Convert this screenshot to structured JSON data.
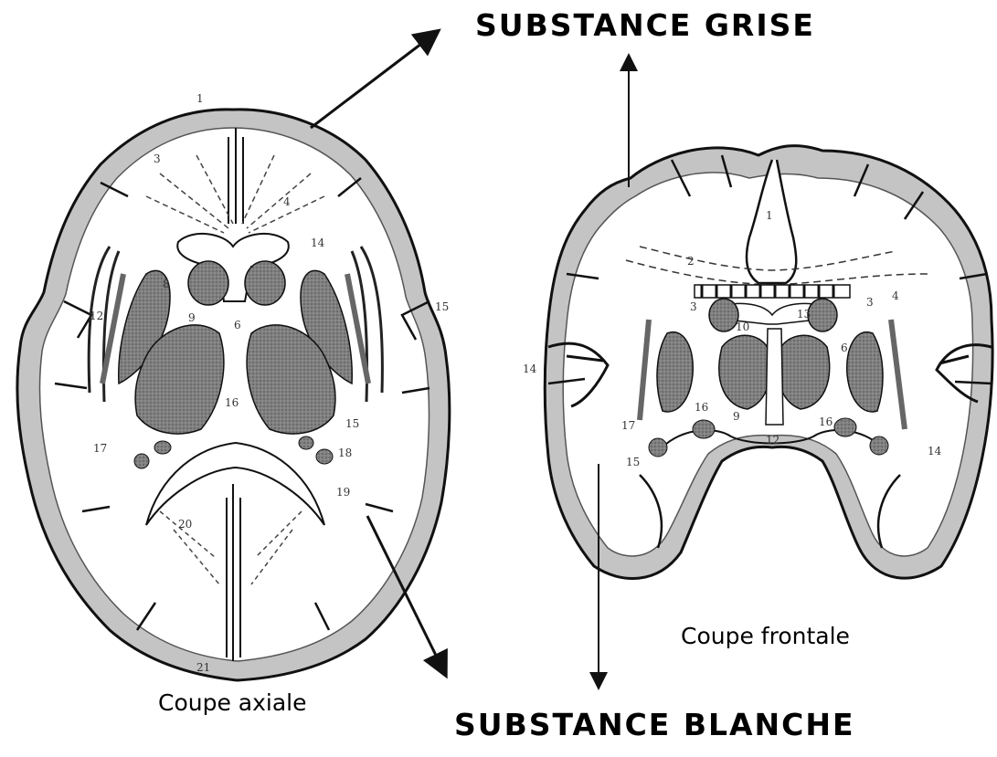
{
  "titles": {
    "grey_matter": "SUBSTANCE GRISE",
    "white_matter": "SUBSTANCE BLANCHE"
  },
  "captions": {
    "axial": "Coupe axiale",
    "frontal": "Coupe frontale"
  },
  "axial_numbers": [
    "1",
    "3",
    "4",
    "6",
    "8",
    "9",
    "12",
    "14",
    "15",
    "15",
    "16",
    "17",
    "18",
    "19",
    "20",
    "21"
  ],
  "frontal_numbers": [
    "1",
    "2",
    "3",
    "3",
    "4",
    "6",
    "9",
    "10",
    "12",
    "13",
    "14",
    "14",
    "15",
    "16",
    "16",
    "17"
  ],
  "colors": {
    "ink": "#111111",
    "grey_nuclei": "#6f6f6f",
    "cortex_band": "#bdbdbd",
    "white_matter": "#ffffff"
  }
}
